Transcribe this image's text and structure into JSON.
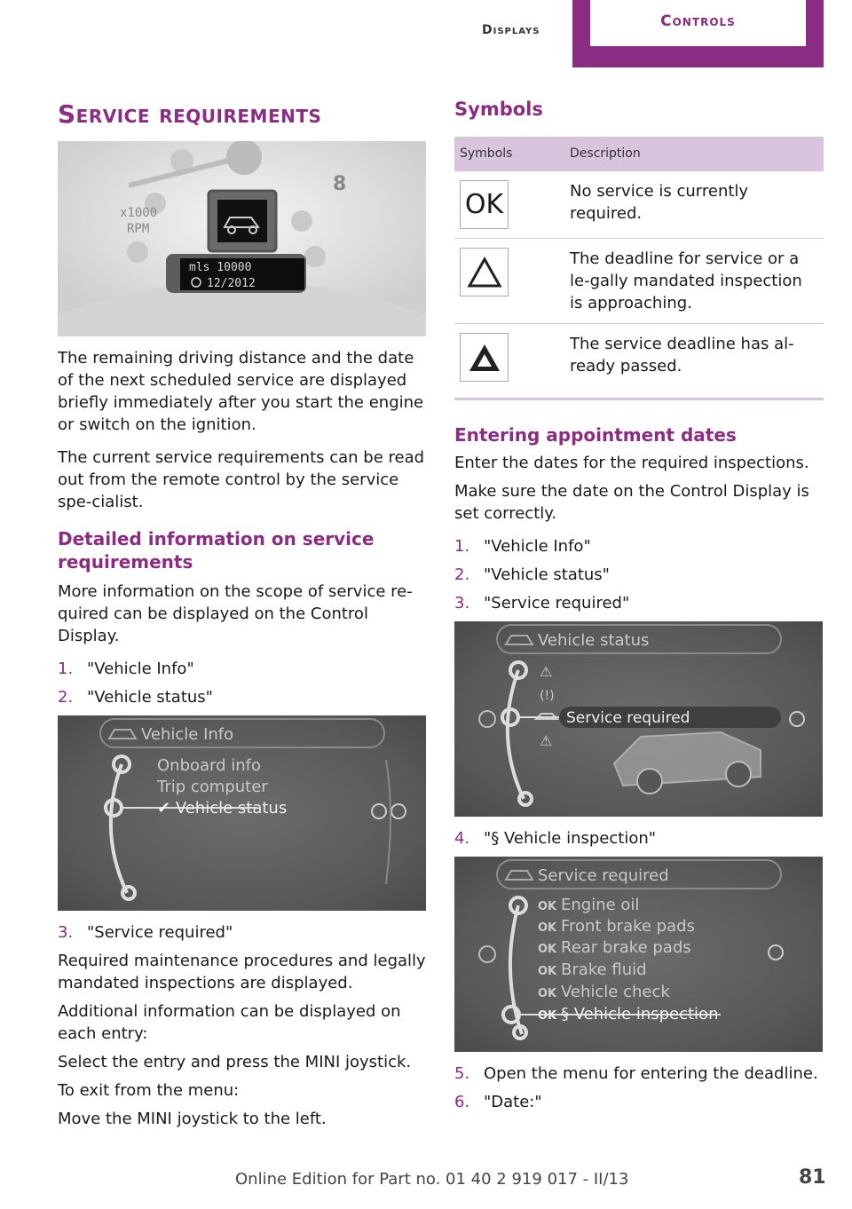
{
  "header": {
    "section": "Displays",
    "chapter": "Controls"
  },
  "left": {
    "title": "Service requirements",
    "gauge": {
      "rpm_label_1": "x1000",
      "rpm_label_2": "RPM",
      "distance": "mls 10000",
      "date": "12/2012"
    },
    "para1": "The remaining driving distance and the date of the next scheduled service are displayed briefly immediately after you start the engine or switch on the ignition.",
    "para2": "The current service requirements can be read out from the remote control by the service spe‐cialist.",
    "subtitle": "Detailed information on service requirements",
    "para3": "More information on the scope of service re‐quired can be displayed on the Control Display.",
    "steps_a": [
      {
        "num": "1.",
        "text": "\"Vehicle Info\""
      },
      {
        "num": "2.",
        "text": "\"Vehicle status\""
      }
    ],
    "screen1": {
      "title": "Vehicle Info",
      "items": [
        "Onboard info",
        "Trip computer"
      ],
      "selected": "Vehicle status"
    },
    "steps_b": [
      {
        "num": "3.",
        "text": "\"Service required\""
      }
    ],
    "para4": "Required maintenance procedures and legally mandated inspections are displayed.",
    "para5": "Additional information can be displayed on each entry:",
    "para6": "Select the entry and press the MINI joystick.",
    "para7": "To exit from the menu:",
    "para8": "Move the MINI joystick to the left."
  },
  "right": {
    "title": "Symbols",
    "table": {
      "headers": [
        "Symbols",
        "Description"
      ],
      "rows": [
        {
          "symbol": "OK",
          "description": "No service is currently required."
        },
        {
          "symbol": "triangle-outline-icon",
          "description": "The deadline for service or a le‐gally mandated inspection is approaching."
        },
        {
          "symbol": "triangle-filled-icon",
          "description": "The service deadline has al‐ready passed."
        }
      ]
    },
    "subtitle": "Entering appointment dates",
    "para1": "Enter the dates for the required inspections.",
    "para2": "Make sure the date on the Control Display is set correctly.",
    "steps_a": [
      {
        "num": "1.",
        "text": "\"Vehicle Info\""
      },
      {
        "num": "2.",
        "text": "\"Vehicle status\""
      },
      {
        "num": "3.",
        "text": "\"Service required\""
      }
    ],
    "screen2": {
      "title": "Vehicle status",
      "selected": "Service required"
    },
    "steps_b": [
      {
        "num": "4.",
        "text": "\"§ Vehicle inspection\""
      }
    ],
    "screen3": {
      "title": "Service required",
      "ok": "OK",
      "items": [
        "Engine oil",
        "Front brake pads",
        "Rear brake pads",
        "Brake fluid",
        "Vehicle check"
      ],
      "selected": "§ Vehicle inspection"
    },
    "steps_c": [
      {
        "num": "5.",
        "text": "Open the menu for entering the deadline."
      },
      {
        "num": "6.",
        "text": "\"Date:\""
      }
    ]
  },
  "footer": {
    "edition": "Online Edition for Part no. 01 40 2 919 017 - II/13",
    "page": "81"
  },
  "colors": {
    "accent": "#8a2c82",
    "table_header": "#d9c4dd"
  }
}
